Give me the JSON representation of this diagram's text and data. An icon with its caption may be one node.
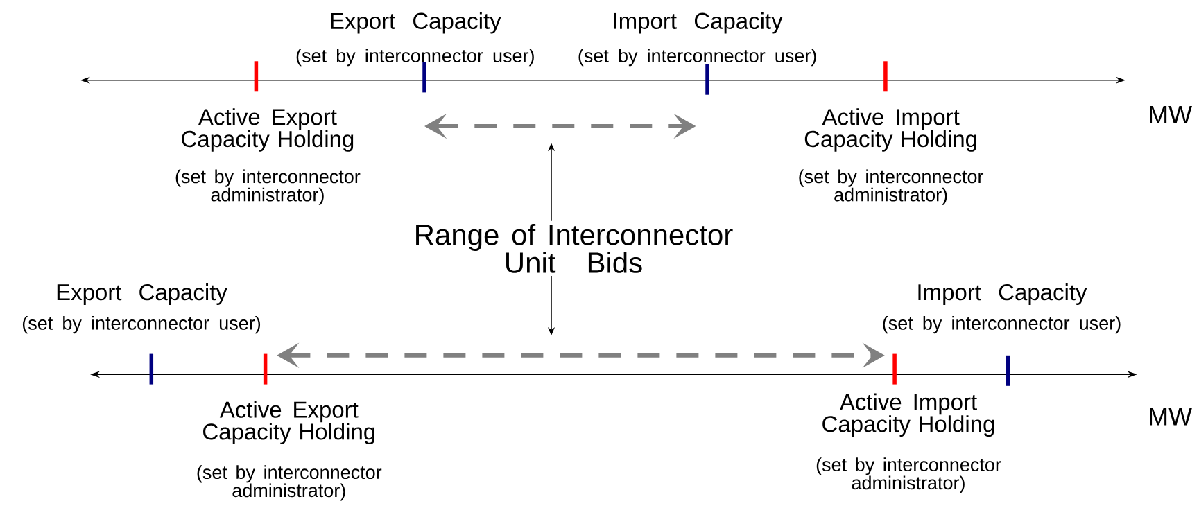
{
  "diagram": {
    "nodes": [
      {
        "text": [],
        "shape": "bar",
        "beside": [
          "Active Export Capacity Holding",
          "(set by interconnector administrator)"
        ]
      },
      {
        "text": [],
        "shape": "bar",
        "beside": [
          "Export Capacity",
          "(set by interconnector user)"
        ]
      },
      {
        "text": [],
        "shape": "bar",
        "beside": [
          "Import Capacity",
          "(set by interconnector user)"
        ]
      },
      {
        "text": [],
        "shape": "bar",
        "beside": [
          "Active Import Capacity Holding",
          "(set by interconnector administrator)"
        ]
      },
      {
        "text": [
          "Range of Interconnector Unit Bids"
        ]
      },
      {
        "text": [],
        "shape": "bar",
        "beside": [
          "Export Capacity",
          "(set by interconnector user)"
        ]
      },
      {
        "text": [],
        "shape": "bar",
        "beside": [
          "Active Export Capacity Holding",
          "(set by interconnector administrator)"
        ]
      },
      {
        "text": [],
        "shape": "bar",
        "beside": [
          "Active Import Capacity Holding",
          "(set by interconnector administrator)"
        ]
      },
      {
        "text": [],
        "shape": "bar",
        "beside": [
          "Import Capacity",
          "(set by interconnector user)"
        ]
      }
    ],
    "edges": [
      {
        "from": 1,
        "to": 2,
        "arrow": "both",
        "style": "dashed",
        "color": "#808080"
      },
      {
        "from": 4,
        "to": null,
        "arrow": "to",
        "color": "#000000"
      },
      {
        "from": 4,
        "to": null,
        "arrow": "to",
        "color": "#000000"
      },
      {
        "from": 6,
        "to": 7,
        "arrow": "both",
        "style": "dashed",
        "color": "#808080"
      }
    ],
    "labels": [
      "MW",
      "MW"
    ]
  }
}
